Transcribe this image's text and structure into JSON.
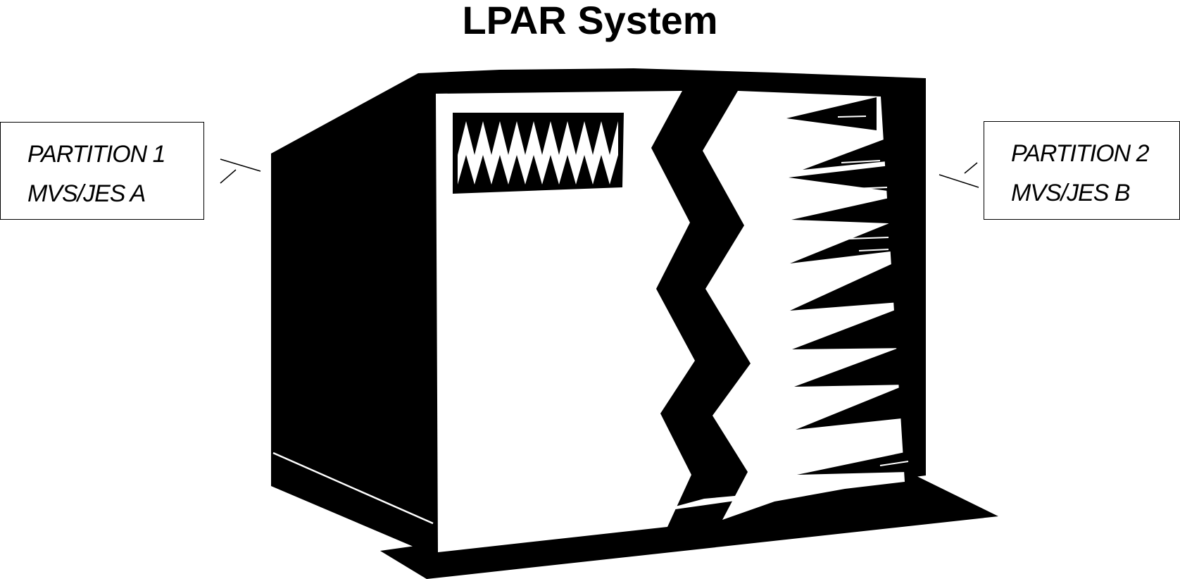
{
  "title": "LPAR System",
  "partitions": [
    {
      "name": "PARTITION 1",
      "system": "MVS/JES A"
    },
    {
      "name": "PARTITION 2",
      "system": "MVS/JES B"
    }
  ],
  "icons": [
    "mainframe-cabinet-icon"
  ],
  "colors": {
    "foreground": "#000000",
    "background": "#ffffff"
  }
}
